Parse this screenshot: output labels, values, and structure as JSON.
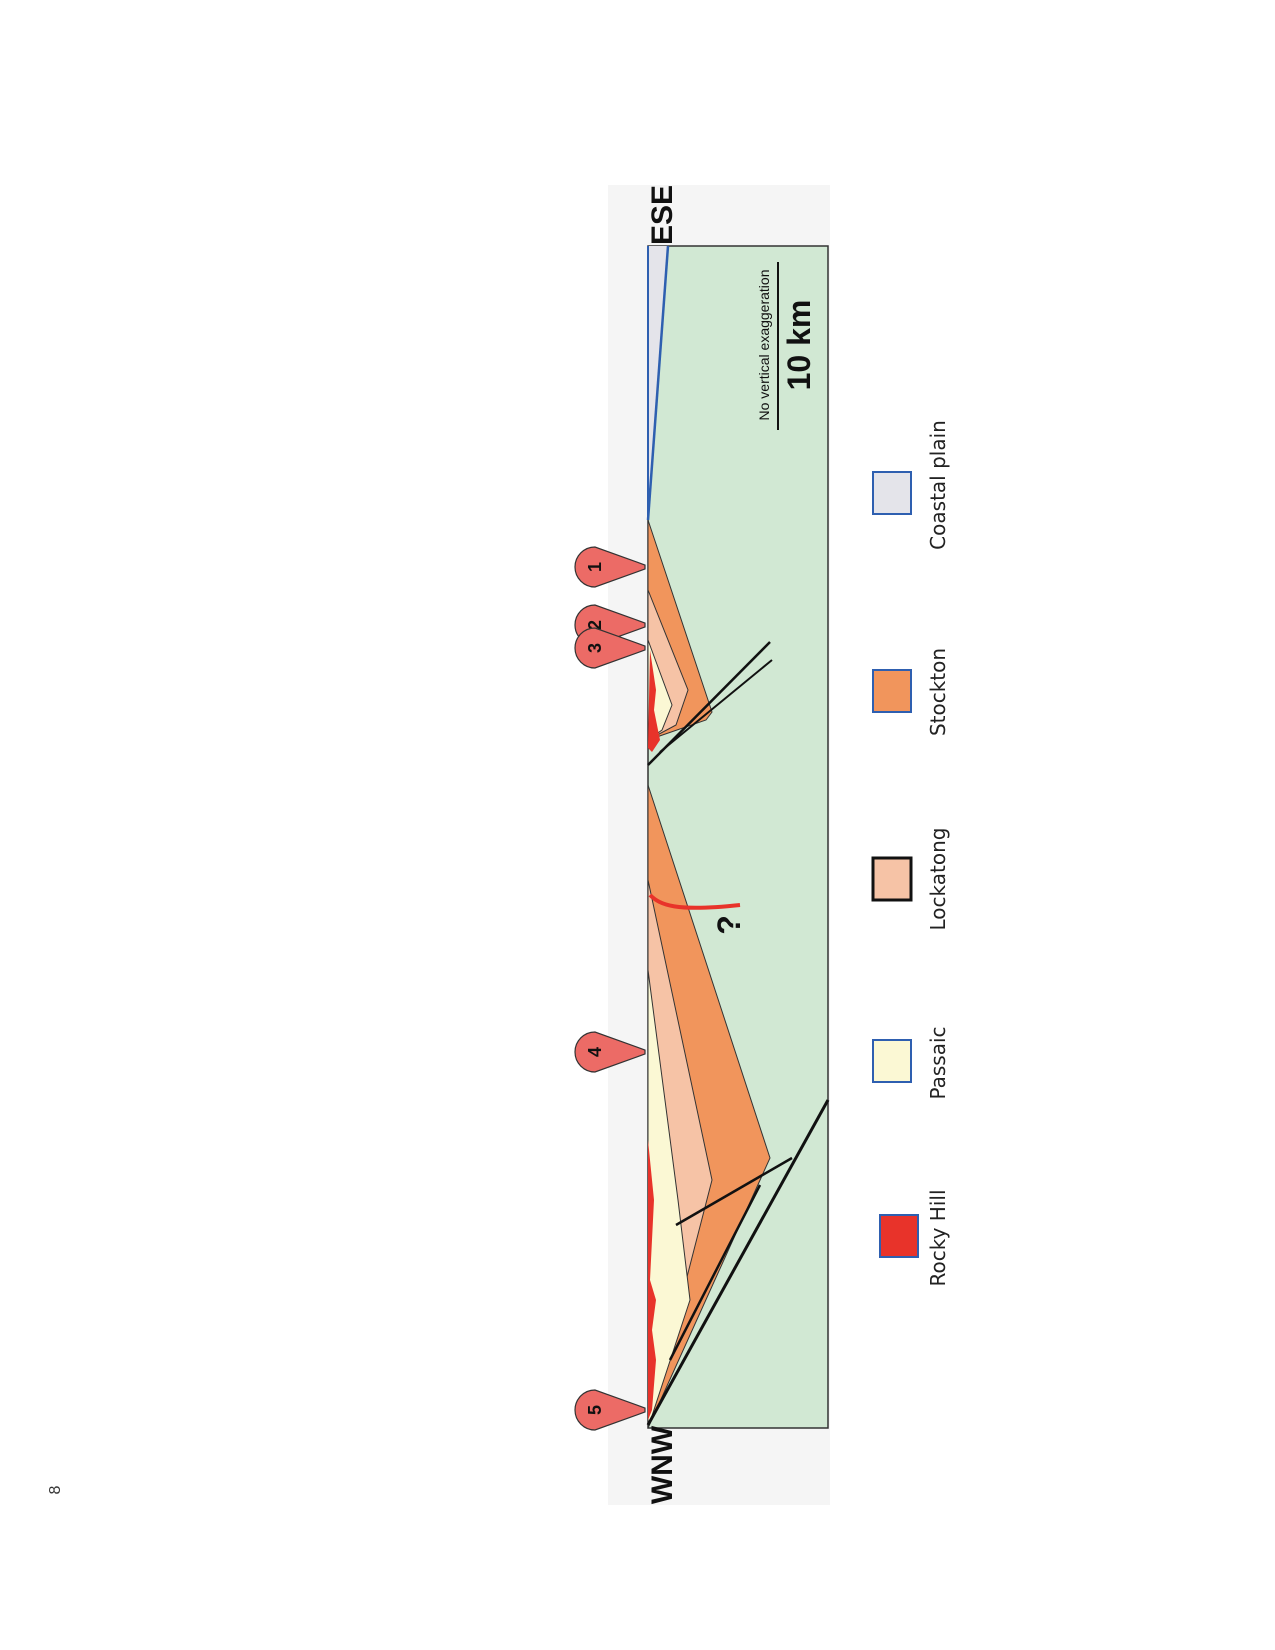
{
  "page_number": "8",
  "directions": {
    "west": "WNW",
    "east": "ESE"
  },
  "scale": {
    "note": "No vertical exaggeration",
    "label": "10 km"
  },
  "uncertain_mark": "?",
  "wells": [
    {
      "label": "1"
    },
    {
      "label": "2"
    },
    {
      "label": "3"
    },
    {
      "label": "4"
    },
    {
      "label": "5"
    }
  ],
  "legend": [
    {
      "label": "Rocky Hill",
      "color": "#e8332a"
    },
    {
      "label": "Passaic",
      "color": "#fbf8d4"
    },
    {
      "label": "Lockatong",
      "color": "#f6c3a6"
    },
    {
      "label": "Stockton",
      "color": "#f1955c"
    },
    {
      "label": "Coastal plain",
      "color": "#e4e4ea"
    }
  ],
  "colors": {
    "basement": "#d1e8d3",
    "well_marker": "#ec6b66",
    "fault": "#111111",
    "coastal_boundary": "#2e5fb0"
  }
}
